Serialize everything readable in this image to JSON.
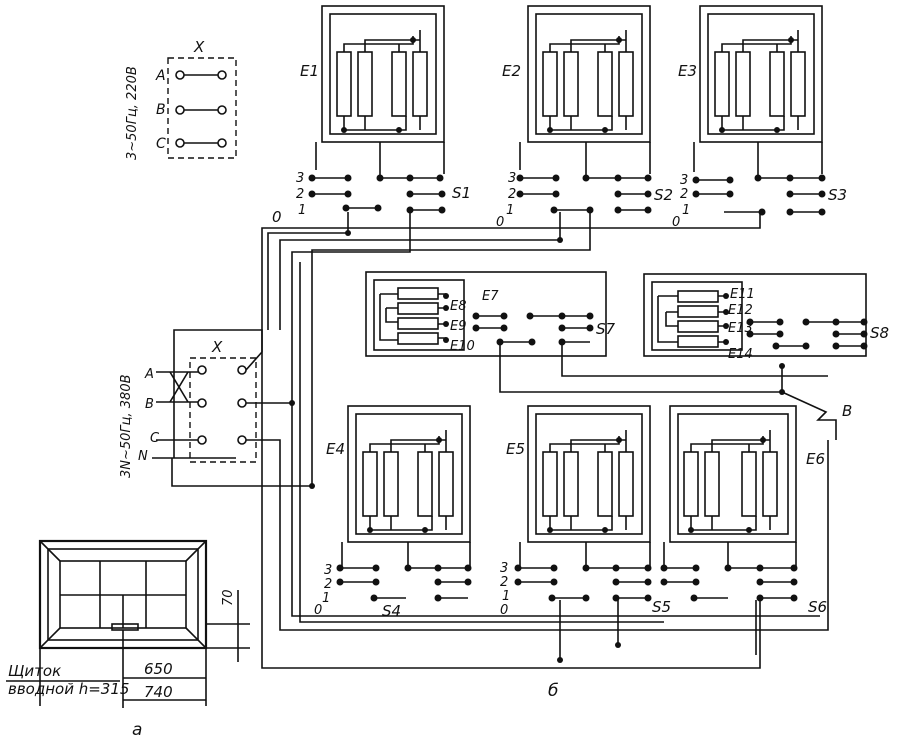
{
  "panel_a": {
    "title_line1": "Щиток",
    "title_line2": "вводной h=315",
    "dim_inner": "650",
    "dim_outer": "740",
    "dim_side": "70",
    "caption": "а"
  },
  "supply_top": {
    "label": "3~50Гц, 220В",
    "block": "X",
    "phases": [
      "A",
      "B",
      "C"
    ]
  },
  "supply_main": {
    "label": "3N~50Гц, 380В",
    "block": "X",
    "phases": [
      "A",
      "B",
      "C",
      "N"
    ]
  },
  "neutral_label": "0",
  "caption_b": "б",
  "node_b": "B",
  "heater_groups": [
    {
      "element": "E1",
      "switch": "S1",
      "positions": [
        "3",
        "2",
        "1"
      ]
    },
    {
      "element": "E2",
      "switch": "S2",
      "positions": [
        "3",
        "2",
        "0",
        "1"
      ]
    },
    {
      "element": "E3",
      "switch": "S3",
      "positions": [
        "3",
        "2",
        "0",
        "1"
      ]
    },
    {
      "element": "E4",
      "switch": "S4",
      "positions": [
        "3",
        "2",
        "0",
        "1"
      ]
    },
    {
      "element": "E5",
      "switch": "S5",
      "positions": [
        "3",
        "2",
        "1",
        "0"
      ]
    },
    {
      "element": "E6",
      "switch": "S6",
      "positions": []
    }
  ],
  "small_groups": [
    {
      "switch": "S7",
      "elements": [
        "E7",
        "E8",
        "E9",
        "E10"
      ]
    },
    {
      "switch": "S8",
      "elements": [
        "E11",
        "E12",
        "E13",
        "E14"
      ]
    }
  ]
}
